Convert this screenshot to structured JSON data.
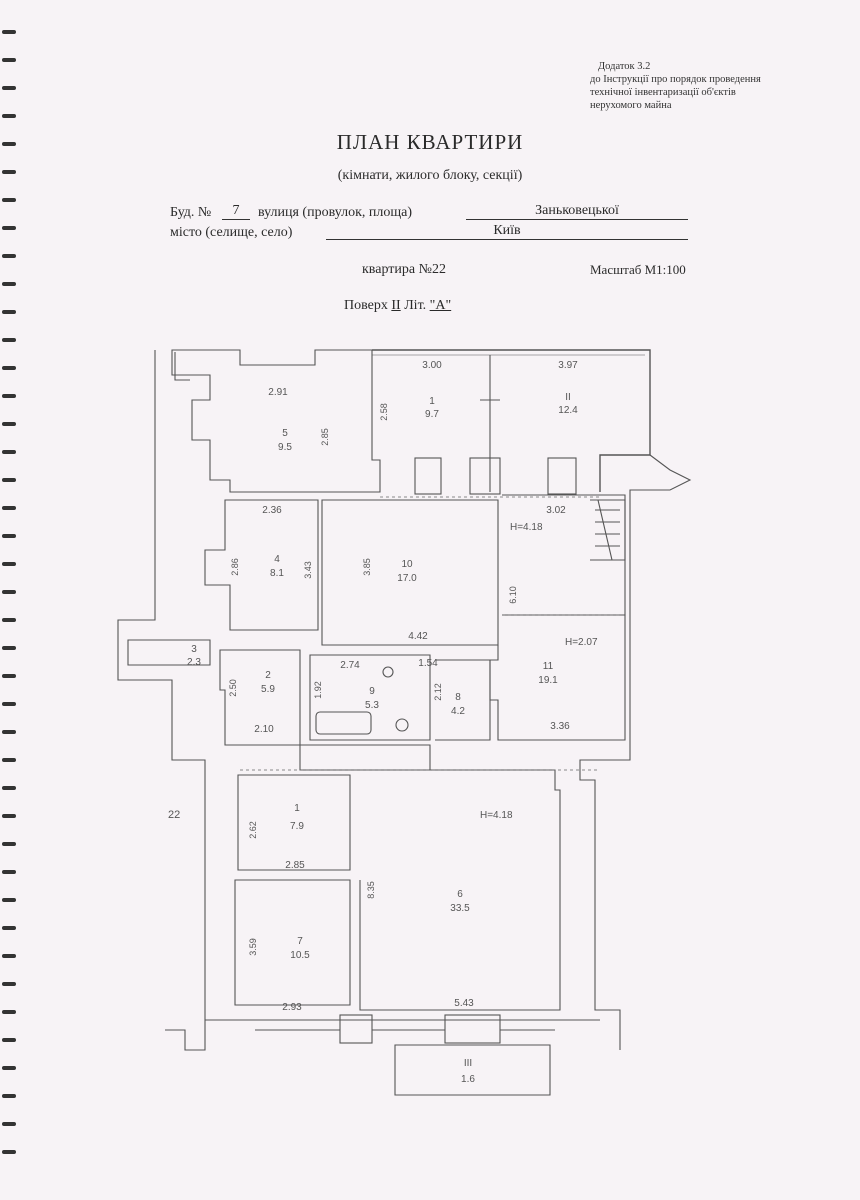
{
  "appendix": {
    "line1": "Додаток 3.2",
    "line2": "до Інструкції про порядок проведення",
    "line3": "технічної інвентаризації об'єктів",
    "line4": "нерухомого майна"
  },
  "title": "ПЛАН КВАРТИРИ",
  "subtitle": "(кімнати, жилого блоку, секції)",
  "address": {
    "building_label": "Буд. №",
    "building_number": "7",
    "street_label": "вулиця (провулок, площа)",
    "street_name": "Заньковецької",
    "city_label": "місто (селище, село)",
    "city_name": "Київ"
  },
  "apartment": "квартира №22",
  "scale": "Масштаб М1:100",
  "floor": {
    "label": "Поверх",
    "value": "II",
    "lit_label": "Літ.",
    "lit_value": "\"А\""
  },
  "rooms": [
    {
      "num": "1",
      "area": "9.7"
    },
    {
      "num": "II",
      "area": "12.4"
    },
    {
      "num": "5",
      "area": "9.5"
    },
    {
      "num": "4",
      "area": "8.1"
    },
    {
      "num": "10",
      "area": "17.0"
    },
    {
      "num": "3",
      "area": "2.3"
    },
    {
      "num": "2",
      "area": "5.9"
    },
    {
      "num": "9",
      "area": "5.3"
    },
    {
      "num": "8",
      "area": "4.2"
    },
    {
      "num": "11",
      "area": "19.1"
    },
    {
      "num": "1",
      "area": "7.9"
    },
    {
      "num": "6",
      "area": "33.5"
    },
    {
      "num": "7",
      "area": "10.5"
    },
    {
      "num": "III",
      "area": "1.6"
    }
  ],
  "dims": {
    "d300": "3.00",
    "d397": "3.97",
    "d291": "2.91",
    "d258": "2.58",
    "d285v": "2.85",
    "d236": "2.36",
    "d302": "3.02",
    "h418a": "H=4.18",
    "d385": "3.85",
    "d343": "3.43",
    "d286": "2.86",
    "d610": "6.10",
    "d442": "4.42",
    "h207": "H=2.07",
    "d274": "2.74",
    "d154": "1.54",
    "d250": "2.50",
    "d192": "1.92",
    "d212": "2.12",
    "d210": "2.10",
    "d336": "3.36",
    "apt22": "22",
    "h418b": "H=4.18",
    "d262": "2.62",
    "d285": "2.85",
    "d835": "8.35",
    "d359": "3.59",
    "d293": "2.93",
    "d543": "5.43"
  }
}
